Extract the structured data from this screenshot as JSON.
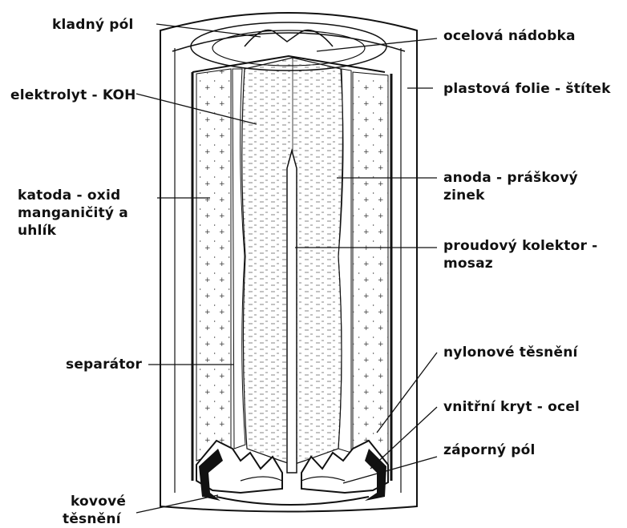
{
  "labels": {
    "kladny_pol": "kladný pól",
    "elektrolyt": "elektrolyt - KOH",
    "katoda_1": "katoda - oxid",
    "katoda_2": "manganičitý a",
    "katoda_3": "uhlík",
    "separator": "separátor",
    "kovove_1": "kovové",
    "kovove_2": "těsnění",
    "ocelova_nadobka": "ocelová nádobka",
    "plastova_folie": "plastová folie - štítek",
    "anoda_1": "anoda - práškový",
    "anoda_2": "zinek",
    "proudovy_1": "proudový kolektor -",
    "proudovy_2": "mosaz",
    "nylonove": "nylonové těsnění",
    "vnitrni_kryt": "vnitřní kryt - ocel",
    "zaporny_pol": "záporný pól"
  }
}
